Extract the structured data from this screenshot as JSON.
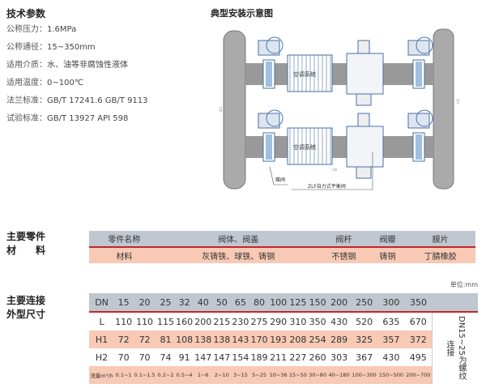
{
  "tech": {
    "title": "技术参数",
    "items": [
      {
        "k": "公称压力：",
        "v": "1.6MPa"
      },
      {
        "k": "公称通径：",
        "v": "15~350mm"
      },
      {
        "k": "适用介质：",
        "v": "水、油等非腐蚀性液体"
      },
      {
        "k": "适用温度：",
        "v": "0~100℃"
      },
      {
        "k": "法兰标准：",
        "v": "GB/T 17241.6  GB/T 9113"
      },
      {
        "k": "试验标准：",
        "v": "GB/T 13927  API 598"
      }
    ]
  },
  "diagram": {
    "title": "典型安装示意图",
    "unit_label": "空调系统",
    "butterfly_label": "蝶阀",
    "valve_label": "ZLF自力式平衡阀"
  },
  "parts": {
    "title1": "主要零件",
    "title2": "材　　料",
    "header": [
      "零件名称",
      "阀体、阀盖",
      "阀杆",
      "阀瓣",
      "膜片"
    ],
    "row": [
      "材料",
      "灰铸铁、球铁、铸钢",
      "不锈钢",
      "铸铜",
      "丁腈橡胶"
    ]
  },
  "dims": {
    "title1": "主要连接",
    "title2": "外型尺寸",
    "unit": "单位:mm",
    "note": "DN15~25为螺纹连接",
    "rows": [
      [
        "DN",
        "15",
        "20",
        "25",
        "32",
        "40",
        "50",
        "65",
        "80",
        "100",
        "125",
        "150",
        "200",
        "250",
        "300",
        "350"
      ],
      [
        "L",
        "110",
        "110",
        "115",
        "160",
        "200",
        "215",
        "230",
        "275",
        "290",
        "310",
        "350",
        "430",
        "520",
        "635",
        "670"
      ],
      [
        "H1",
        "72",
        "72",
        "81",
        "108",
        "138",
        "138",
        "143",
        "170",
        "193",
        "208",
        "254",
        "289",
        "325",
        "357",
        "372"
      ],
      [
        "H2",
        "70",
        "70",
        "74",
        "91",
        "147",
        "147",
        "154",
        "189",
        "211",
        "227",
        "260",
        "303",
        "367",
        "430",
        "495"
      ],
      [
        "流量m³/h",
        "0.1~1",
        "0.1~1.5",
        "0.2~2",
        "0.5~4",
        "1~6",
        "2~10",
        "3~15",
        "5~25",
        "10~36",
        "15~50",
        "30~80",
        "40~180",
        "100~300",
        "150~500",
        "200~700"
      ]
    ]
  }
}
